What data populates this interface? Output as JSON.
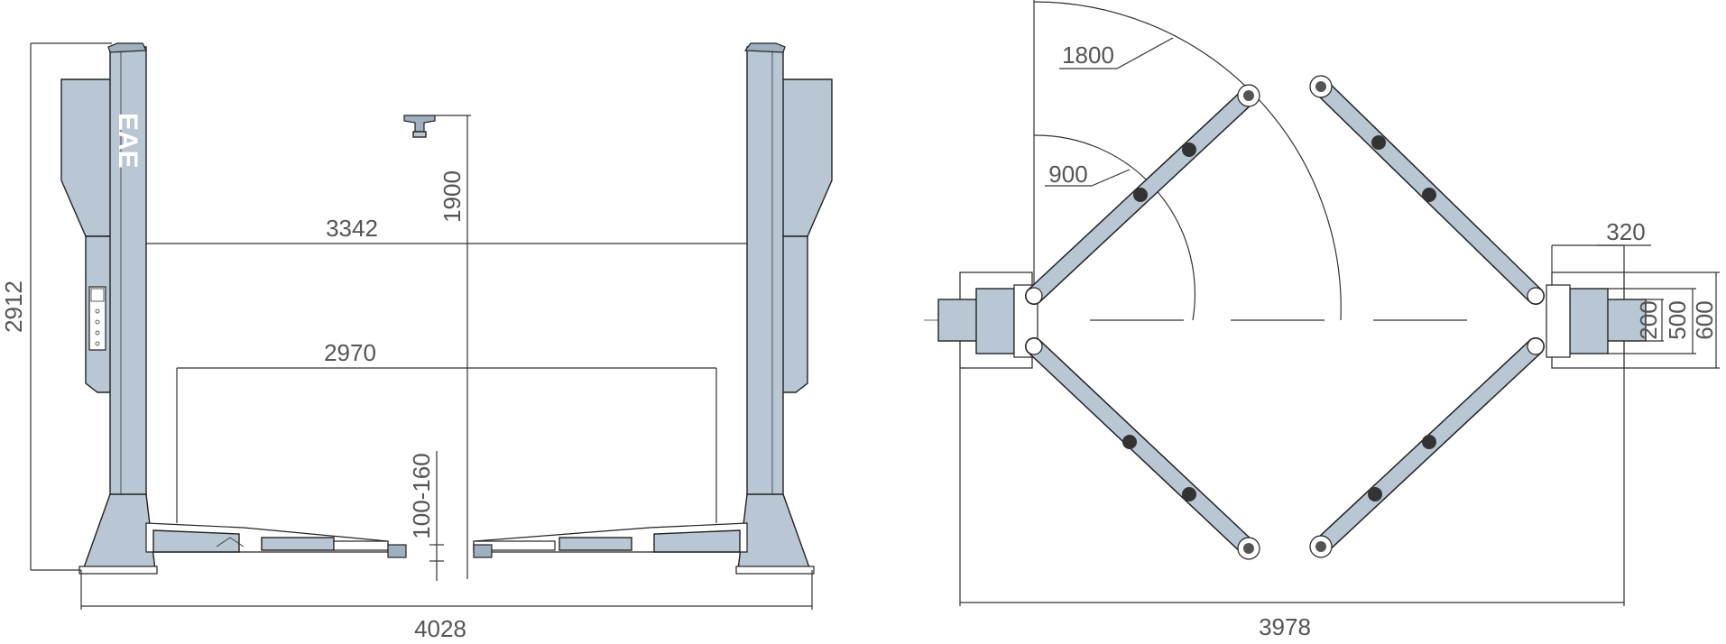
{
  "front_view": {
    "brand_logo": "EAE",
    "dims": {
      "overall_height": "2912",
      "column_inner_width": "3342",
      "drive_through_width": "2970",
      "lift_height": "1900",
      "pad_height": "100-160",
      "overall_width": "4028"
    }
  },
  "top_view": {
    "dims": {
      "arm_radius_long": "1800",
      "arm_radius_short": "900",
      "column_offset": "320",
      "base_200": "200",
      "base_500": "500",
      "base_600": "600",
      "overall_width": "3978"
    }
  },
  "colors": {
    "body": "#b9c6d3",
    "line": "#222222",
    "dim_text": "#555555"
  }
}
